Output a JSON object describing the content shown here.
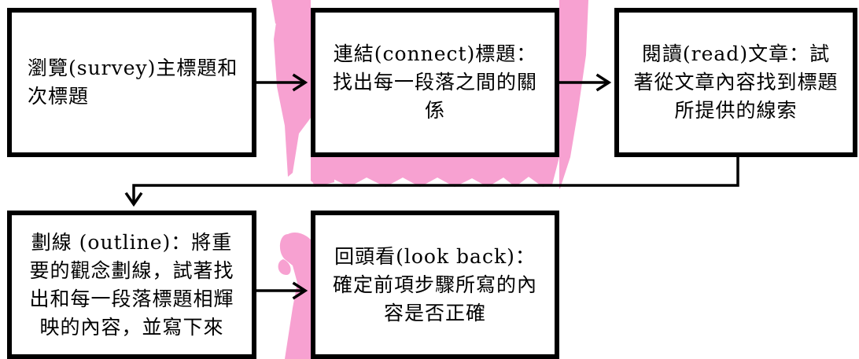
{
  "colors": {
    "decoration": "#f7a1d1",
    "border": "#000000",
    "background": "#ffffff",
    "text": "#000000"
  },
  "steps": [
    {
      "id": "survey",
      "label": "瀏覽(survey)主標題和次標題"
    },
    {
      "id": "connect",
      "label": "連結(connect)標題：找出每一段落之間的關係"
    },
    {
      "id": "read",
      "label": "閱讀(read)文章：試著從文章內容找到標題所提供的線索"
    },
    {
      "id": "outline",
      "label": "劃線 (outline)：將重要的觀念劃線，試著找出和每一段落標題相輝映的內容，並寫下來"
    },
    {
      "id": "lookback",
      "label": "回頭看(look back)：確定前項步驟所寫的內容是否正確"
    }
  ]
}
